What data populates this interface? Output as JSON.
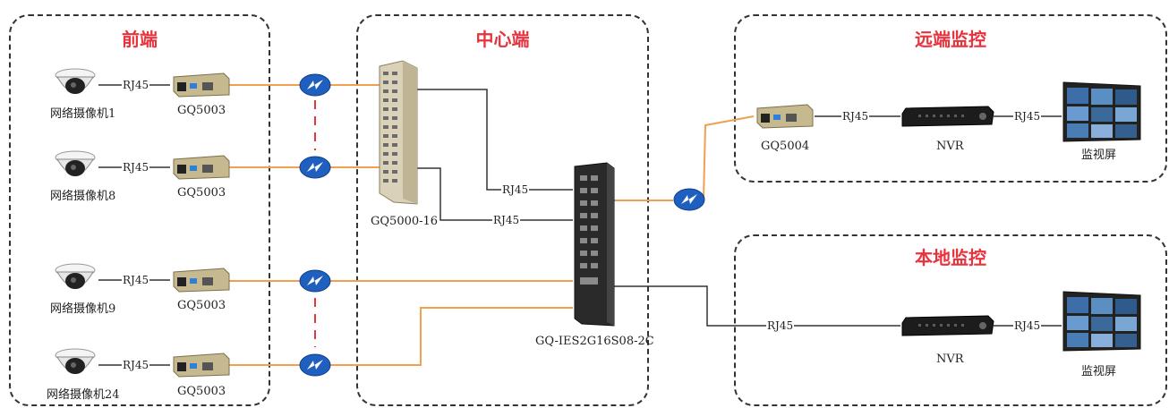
{
  "groups": {
    "front": {
      "title": "前端"
    },
    "center": {
      "title": "中心端"
    },
    "remote": {
      "title": "远端监控"
    },
    "local": {
      "title": "本地监控"
    }
  },
  "cameras": [
    {
      "label": "网络摄像机1"
    },
    {
      "label": "网络摄像机8"
    },
    {
      "label": "网络摄像机9"
    },
    {
      "label": "网络摄像机24"
    }
  ],
  "converters": [
    {
      "label": "GQ5003"
    },
    {
      "label": "GQ5003"
    },
    {
      "label": "GQ5003"
    },
    {
      "label": "GQ5003"
    }
  ],
  "chassis": {
    "label": "GQ5000-16"
  },
  "switch": {
    "label": "GQ-IES2G16S08-2C"
  },
  "remote": {
    "converter_label": "GQ5004",
    "nvr_label": "NVR",
    "monitor_label": "监视屏"
  },
  "local": {
    "nvr_label": "NVR",
    "monitor_label": "监视屏"
  },
  "link_label": "RJ45",
  "colors": {
    "fiber": "#f0a050",
    "copper": "#333333",
    "title": "#e8323c",
    "dash_red": "#e8323c",
    "fiber_icon": "#1f5fbf"
  }
}
